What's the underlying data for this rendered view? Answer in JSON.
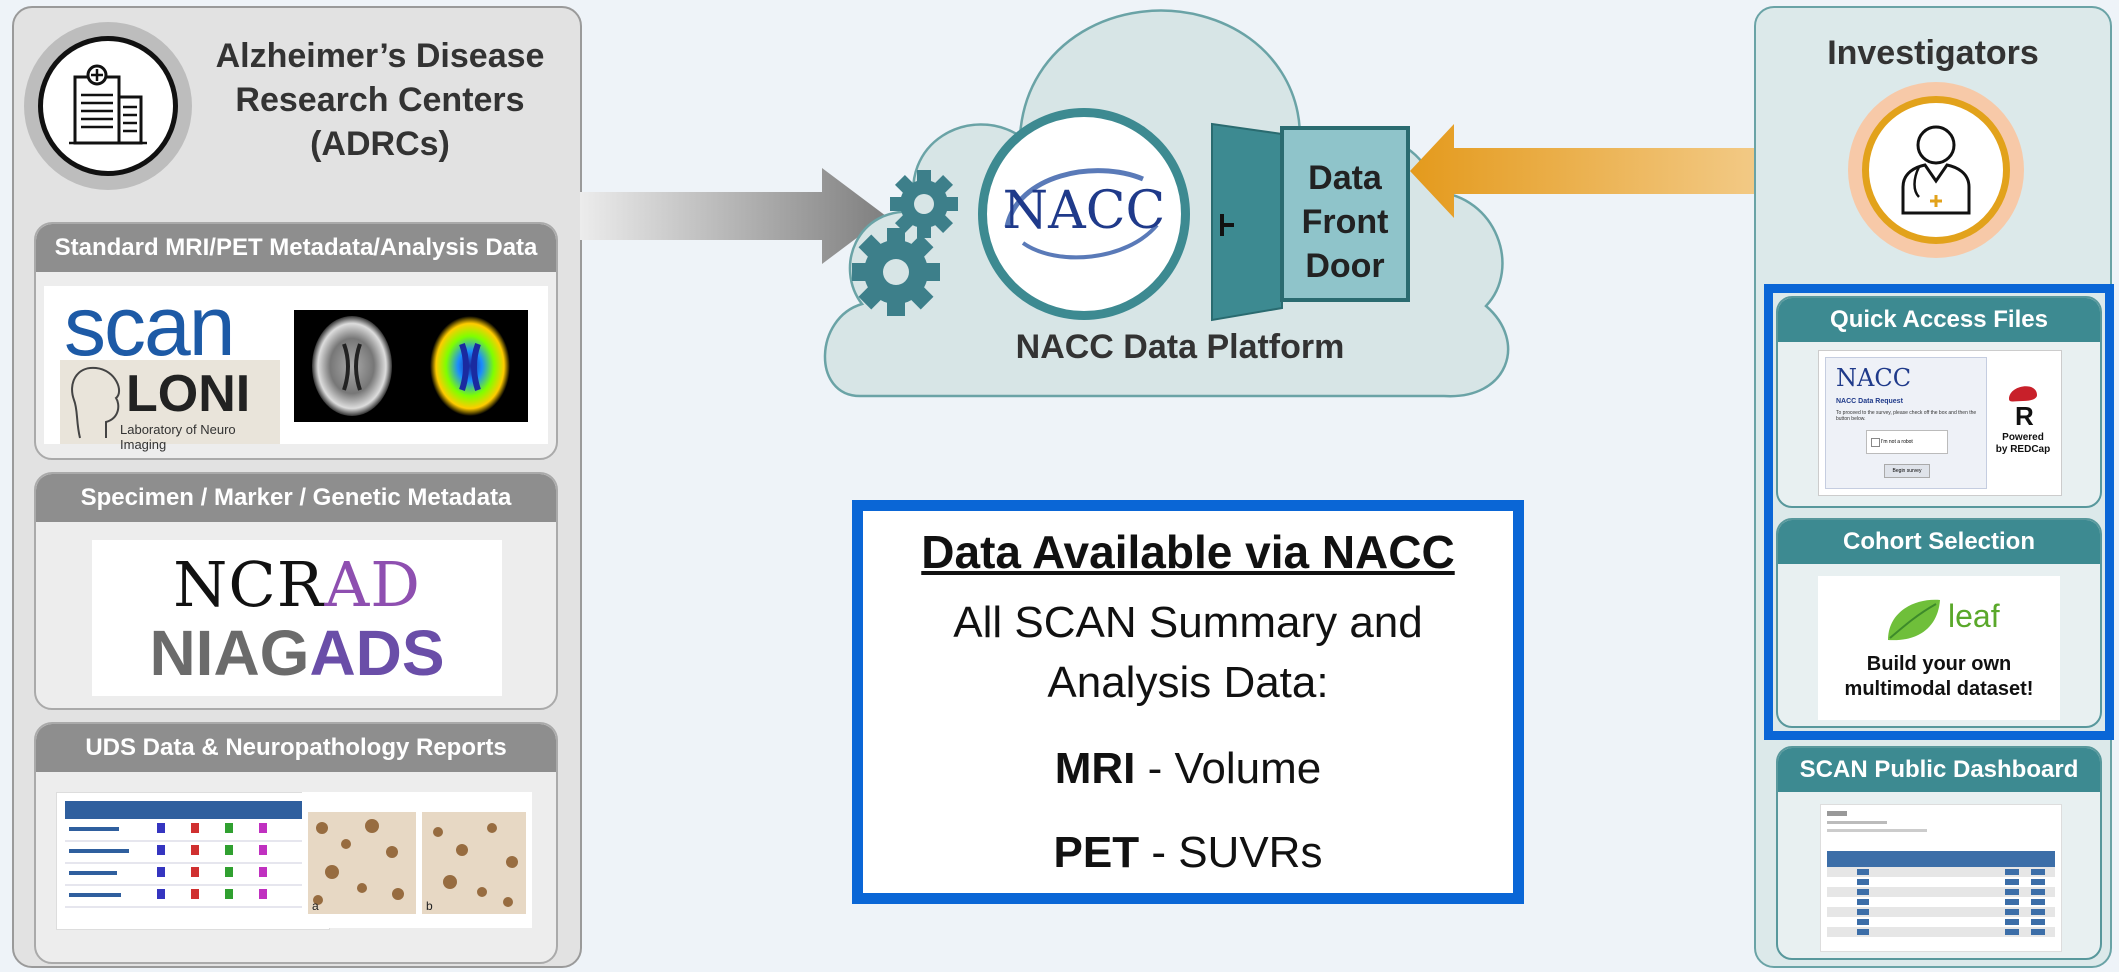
{
  "adrc": {
    "title_lines": [
      "Alzheimer’s Disease",
      "Research Centers",
      "(ADRCs)"
    ],
    "cards": [
      {
        "header": "Standard MRI/PET Metadata/Analysis Data",
        "logos": {
          "scan": "scan",
          "loni": "LONI",
          "loni_sub": "Laboratory of Neuro Imaging"
        }
      },
      {
        "header": "Specimen / Marker / Genetic Metadata",
        "logos": {
          "ncrad_a": "NCR",
          "ncrad_b": "AD",
          "niagads_a": "NIAG",
          "niagads_b": "ADS"
        }
      },
      {
        "header": "UDS Data & Neuropathology Reports",
        "scale_labels": [
          "a",
          "b"
        ]
      }
    ],
    "icon": "hospital-building-icon"
  },
  "platform": {
    "logo": "NACC",
    "door_label_lines": [
      "Data",
      "Front",
      "Door"
    ],
    "label": "NACC Data Platform",
    "icon": "gears-icon",
    "accent": "#3d7f8a"
  },
  "data_available": {
    "title": "Data Available via NACC",
    "line1": "All SCAN Summary and",
    "line2": "Analysis Data:",
    "mri_bold": "MRI",
    "mri_rest": " - Volume",
    "pet_bold": "PET",
    "pet_rest": " - SUVRs",
    "border_color": "#0a66d6"
  },
  "investigators": {
    "title": "Investigators",
    "icon": "doctor-icon",
    "cards": [
      {
        "header": "Quick Access Files",
        "form_logo": "NACC",
        "form_title": "NACC Data Request",
        "form_text": "To proceed to the survey, please check off the box and then the button below.",
        "captcha_label": "I'm not a robot",
        "submit_label": "Begin survey",
        "badge_lines": [
          "Powered",
          "by REDCap"
        ]
      },
      {
        "header": "Cohort Selection",
        "leaf_label": "leaf",
        "caption_lines": [
          "Build your own",
          "multimodal dataset!"
        ]
      },
      {
        "header": "SCAN Public Dashboard"
      }
    ]
  },
  "colors": {
    "gray_arrow": "#9a9a9a",
    "orange_arrow": "#e8a22a",
    "frame_blue": "#0a66d6",
    "teal": "#3d8a91"
  }
}
